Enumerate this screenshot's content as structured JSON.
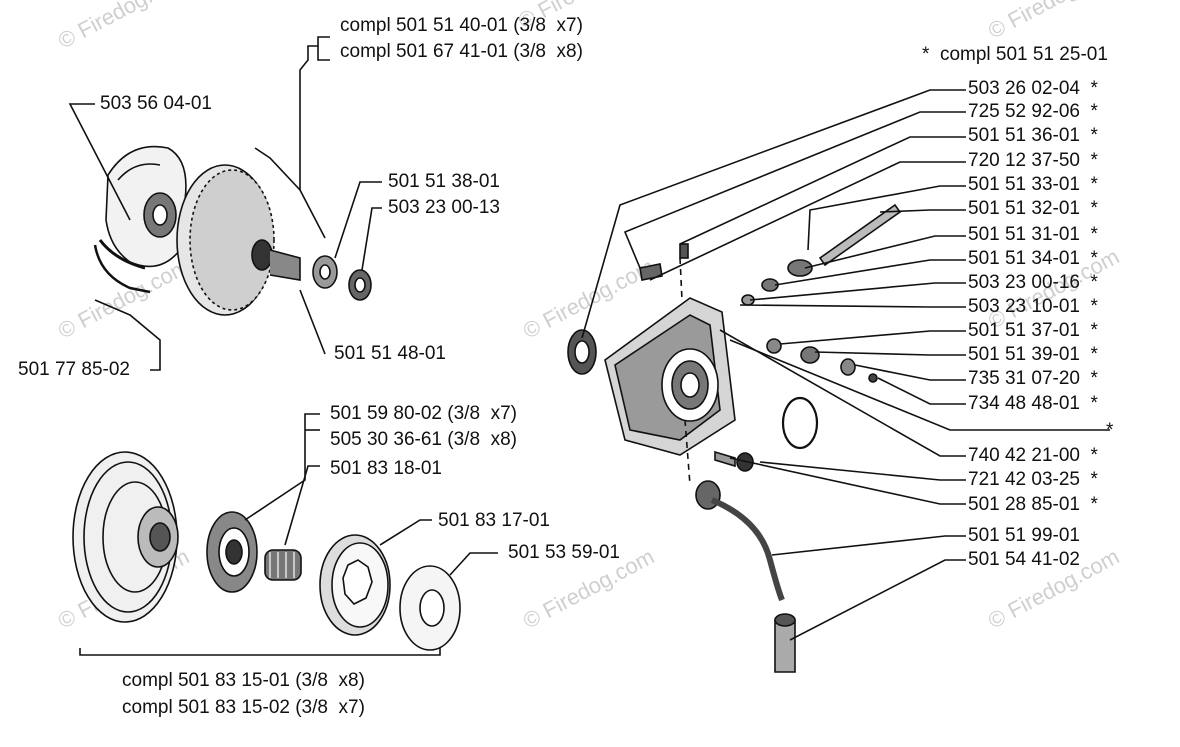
{
  "watermark": "© Firedog.com",
  "labels": {
    "clutch_compl_x7": "compl 501 51 40-01 (3/8  x7)",
    "clutch_compl_x8": "compl 501 67 41-01 (3/8  x8)",
    "p_503_56_04_01": "503 56 04-01",
    "p_501_51_38_01": "501 51 38-01",
    "p_503_23_00_13": "503 23 00-13",
    "p_501_51_48_01": "501 51 48-01",
    "p_501_77_85_02": "501 77 85-02",
    "p_501_59_80_02": "501 59 80-02 (3/8  x7)",
    "p_505_30_36_61": "505 30 36-61 (3/8  x8)",
    "p_501_83_18_01": "501 83 18-01",
    "p_501_83_17_01": "501 83 17-01",
    "p_501_53_59_01": "501 53 59-01",
    "drum_compl_x8": "compl 501 83 15-01 (3/8  x8)",
    "drum_compl_x7": "compl 501 83 15-02 (3/8  x7)",
    "pump_compl": "*  compl 501 51 25-01",
    "r1": "503 26 02-04  *",
    "r2": "725 52 92-06  *",
    "r3": "501 51 36-01  *",
    "r4": "720 12 37-50  *",
    "r5": "501 51 33-01  *",
    "r6": "501 51 32-01  *",
    "r7": "501 51 31-01  *",
    "r8": "501 51 34-01  *",
    "r9": "503 23 00-16  *",
    "r10": "503 23 10-01  *",
    "r11": "501 51 37-01  *",
    "r12": "501 51 39-01  *",
    "r13": "735 31 07-20  *",
    "r14": "734 48 48-01  *",
    "r_star": "*",
    "r15": "740 42 21-00  *",
    "r16": "721 42 03-25  *",
    "r17": "501 28 85-01  *",
    "r18": "501 51 99-01",
    "r19": "501 54 41-02"
  }
}
